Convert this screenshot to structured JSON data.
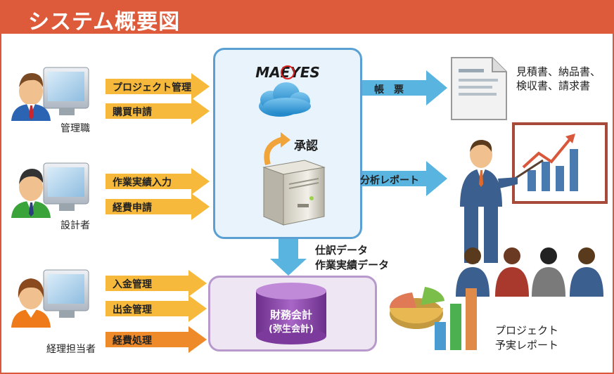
{
  "header": {
    "title": "システム概要図"
  },
  "roles": {
    "manager": "管理職",
    "designer": "設計者",
    "accountant": "経理担当者"
  },
  "inputs": {
    "manager": [
      "プロジェクト管理",
      "購買申請"
    ],
    "designer": [
      "作業実績入力",
      "経費申請"
    ],
    "accountant": [
      "入金管理",
      "出金管理",
      "経費処理"
    ]
  },
  "central": {
    "logo": "MAEYES",
    "approval": "承認"
  },
  "outputs": {
    "forms_label": "帳　票",
    "forms_doc": [
      "見積書、納品書、",
      "検収書、請求書"
    ],
    "analysis_label": "分析レポート"
  },
  "transfer": [
    "仕訳データ",
    "作業実績データ"
  ],
  "accounting": {
    "name": "財務会計",
    "sub": "(弥生会計)"
  },
  "project_report": [
    "プロジェクト",
    "予実レポート"
  ],
  "colors": {
    "header": "#dd5b3b",
    "input_arrow": "#f6b93b",
    "input_arrow_dark": "#ef8a2a",
    "output_arrow": "#5ab4e0",
    "central_border": "#5aa0d2",
    "accounting_border": "#b79acb"
  }
}
